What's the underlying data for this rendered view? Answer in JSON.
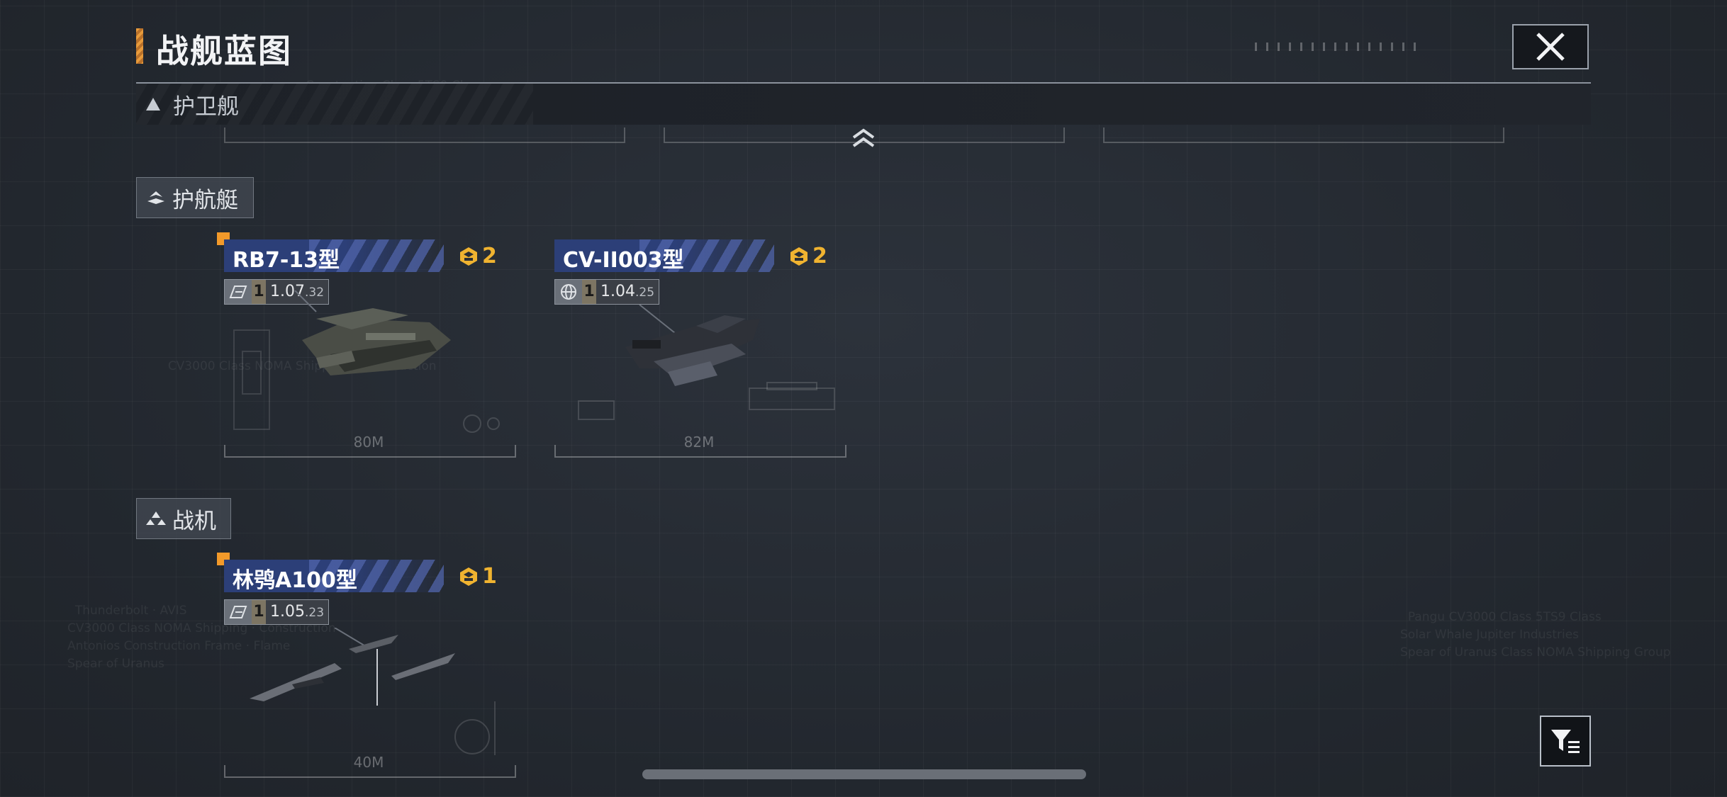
{
  "header": {
    "title": "战舰蓝图",
    "close_icon": "close-icon"
  },
  "group": {
    "label": "护卫舰",
    "expanded": true
  },
  "categories": [
    {
      "label": "护航艇",
      "icon": "escort-boat-icon",
      "ships": [
        {
          "name": "RB7-13型",
          "count": "2",
          "level": "1",
          "version": "1.07",
          "version_sub": ".32",
          "size": "80M",
          "faction_icon": "faction-logo-icon"
        },
        {
          "name": "CV-II003型",
          "count": "2",
          "level": "1",
          "version": "1.04",
          "version_sub": ".25",
          "size": "82M",
          "faction_icon": "globe-icon"
        }
      ]
    },
    {
      "label": "战机",
      "icon": "fighter-icon",
      "ships": [
        {
          "name": "林鸮A100型",
          "count": "1",
          "level": "1",
          "version": "1.05",
          "version_sub": ".23",
          "size": "40M",
          "faction_icon": "faction-logo-icon"
        }
      ]
    }
  ],
  "filter_icon": "filter-icon",
  "colors": {
    "accent_orange": "#f39a2a",
    "count_gold": "#f0b330",
    "name_plate_blue": "#2c3f78",
    "background": "#262b33"
  }
}
